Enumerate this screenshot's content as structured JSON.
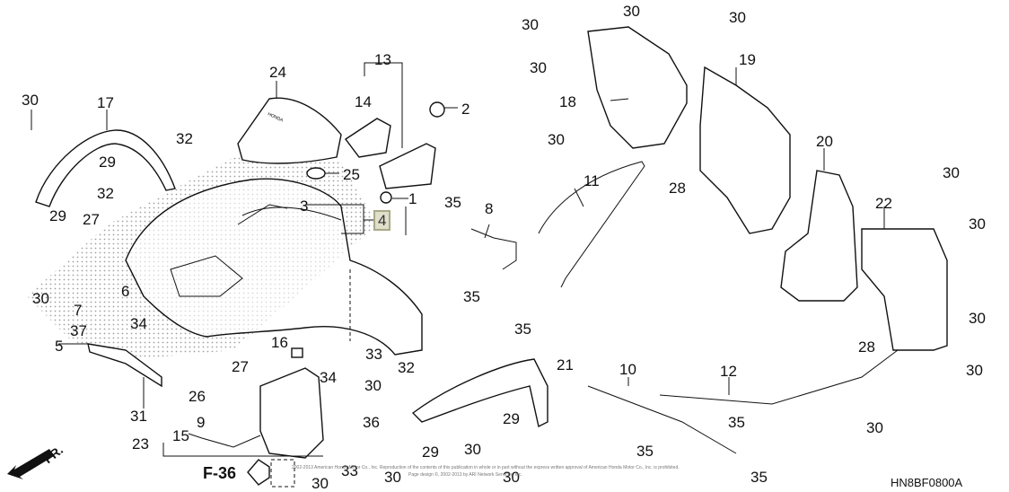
{
  "diagram": {
    "title_code": "HN8BF0800A",
    "reference_page": "F-36",
    "direction_label": "FR.",
    "copyright_line1": "2002-2013 American Honda Motor Co., Inc. Reproduction of the contents of this publication in whole or in part without the express written approval of American Honda Motor Co., Inc. is prohibited.",
    "copyright_line2": "Page design ©, 2002-2013 by ARI Network Services, Inc.",
    "highlighted_part": "4",
    "highlight_color": "#dfdfcb",
    "callouts": [
      {
        "id": "c1",
        "label": "1"
      },
      {
        "id": "c2",
        "label": "2"
      },
      {
        "id": "c3",
        "label": "3"
      },
      {
        "id": "c4",
        "label": "4"
      },
      {
        "id": "c5",
        "label": "5"
      },
      {
        "id": "c6",
        "label": "6"
      },
      {
        "id": "c7",
        "label": "7"
      },
      {
        "id": "c8",
        "label": "8"
      },
      {
        "id": "c9",
        "label": "9"
      },
      {
        "id": "c10",
        "label": "10"
      },
      {
        "id": "c11",
        "label": "11"
      },
      {
        "id": "c12",
        "label": "12"
      },
      {
        "id": "c13",
        "label": "13"
      },
      {
        "id": "c14",
        "label": "14"
      },
      {
        "id": "c15",
        "label": "15"
      },
      {
        "id": "c16",
        "label": "16"
      },
      {
        "id": "c17",
        "label": "17"
      },
      {
        "id": "c18",
        "label": "18"
      },
      {
        "id": "c19",
        "label": "19"
      },
      {
        "id": "c20",
        "label": "20"
      },
      {
        "id": "c21",
        "label": "21"
      },
      {
        "id": "c22",
        "label": "22"
      },
      {
        "id": "c23",
        "label": "23"
      },
      {
        "id": "c24",
        "label": "24"
      },
      {
        "id": "c25",
        "label": "25"
      },
      {
        "id": "c26",
        "label": "26"
      },
      {
        "id": "c27a",
        "label": "27"
      },
      {
        "id": "c27b",
        "label": "27"
      },
      {
        "id": "c28a",
        "label": "28"
      },
      {
        "id": "c28b",
        "label": "28"
      },
      {
        "id": "c29a",
        "label": "29"
      },
      {
        "id": "c29b",
        "label": "29"
      },
      {
        "id": "c29c",
        "label": "29"
      },
      {
        "id": "c29d",
        "label": "29"
      },
      {
        "id": "c30",
        "label": "30"
      },
      {
        "id": "c31",
        "label": "31"
      },
      {
        "id": "c32a",
        "label": "32"
      },
      {
        "id": "c32b",
        "label": "32"
      },
      {
        "id": "c32c",
        "label": "32"
      },
      {
        "id": "c33a",
        "label": "33"
      },
      {
        "id": "c33b",
        "label": "33"
      },
      {
        "id": "c34a",
        "label": "34"
      },
      {
        "id": "c34b",
        "label": "34"
      },
      {
        "id": "c35",
        "label": "35"
      },
      {
        "id": "c36",
        "label": "36"
      },
      {
        "id": "c37",
        "label": "37"
      }
    ]
  }
}
